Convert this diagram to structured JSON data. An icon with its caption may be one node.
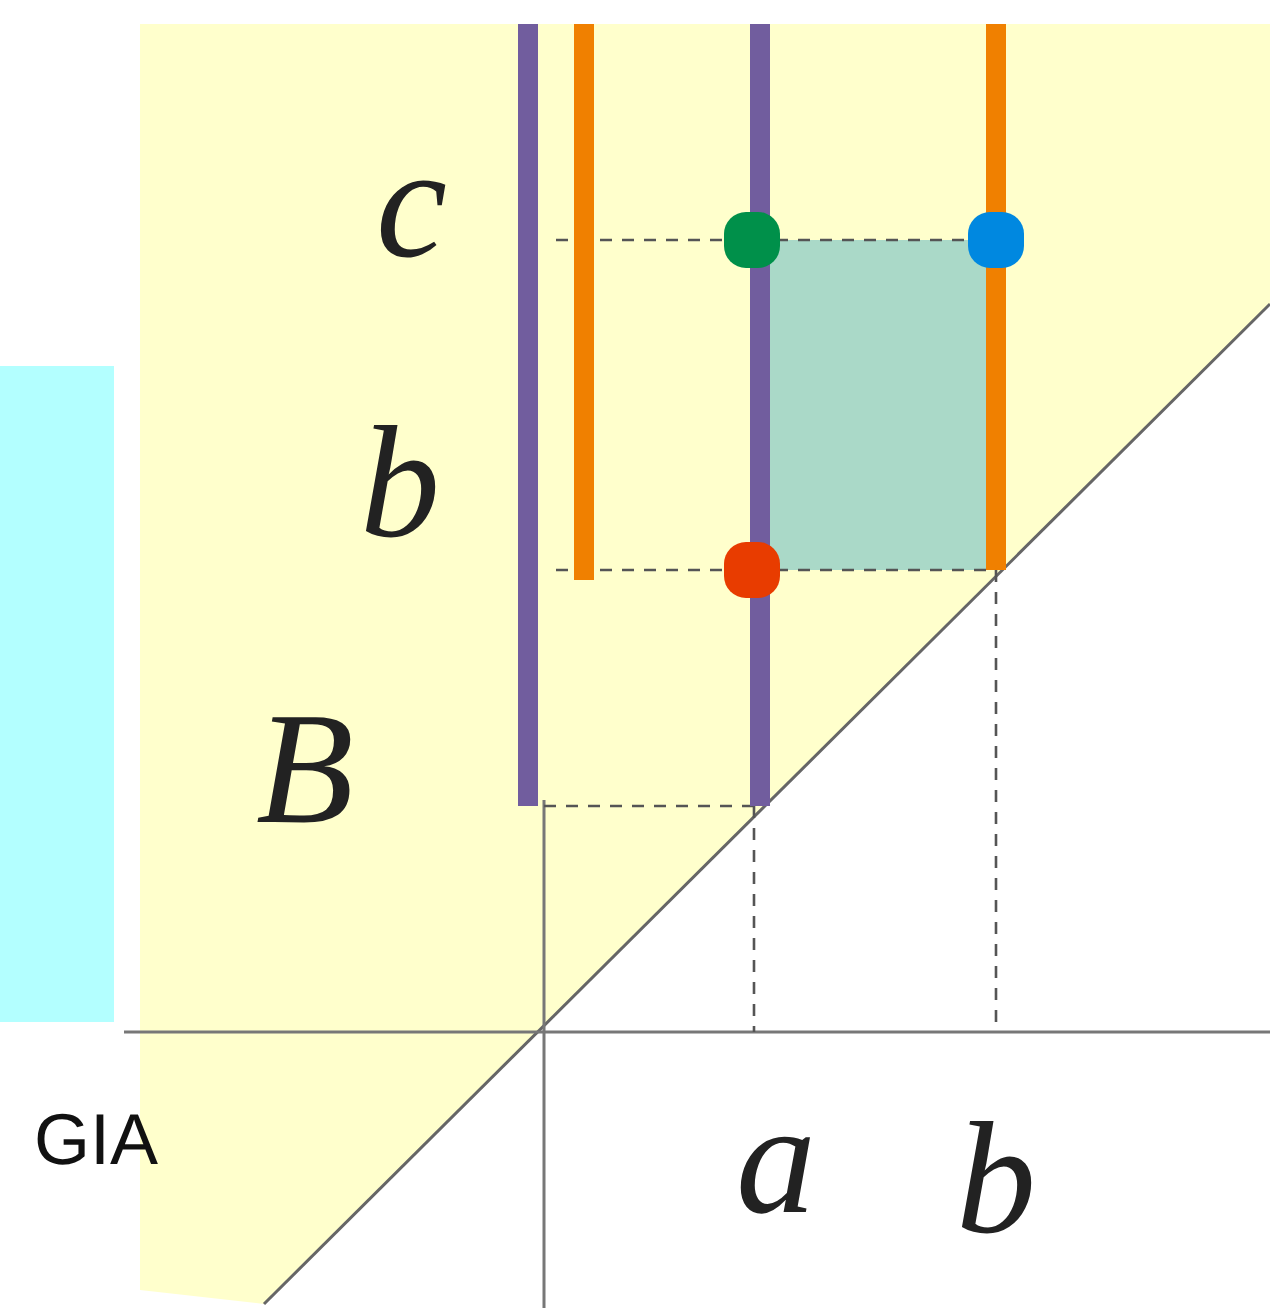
{
  "diagram": {
    "labels": [
      "c",
      "b",
      "B",
      "GIA",
      "a",
      "b"
    ]
  }
}
